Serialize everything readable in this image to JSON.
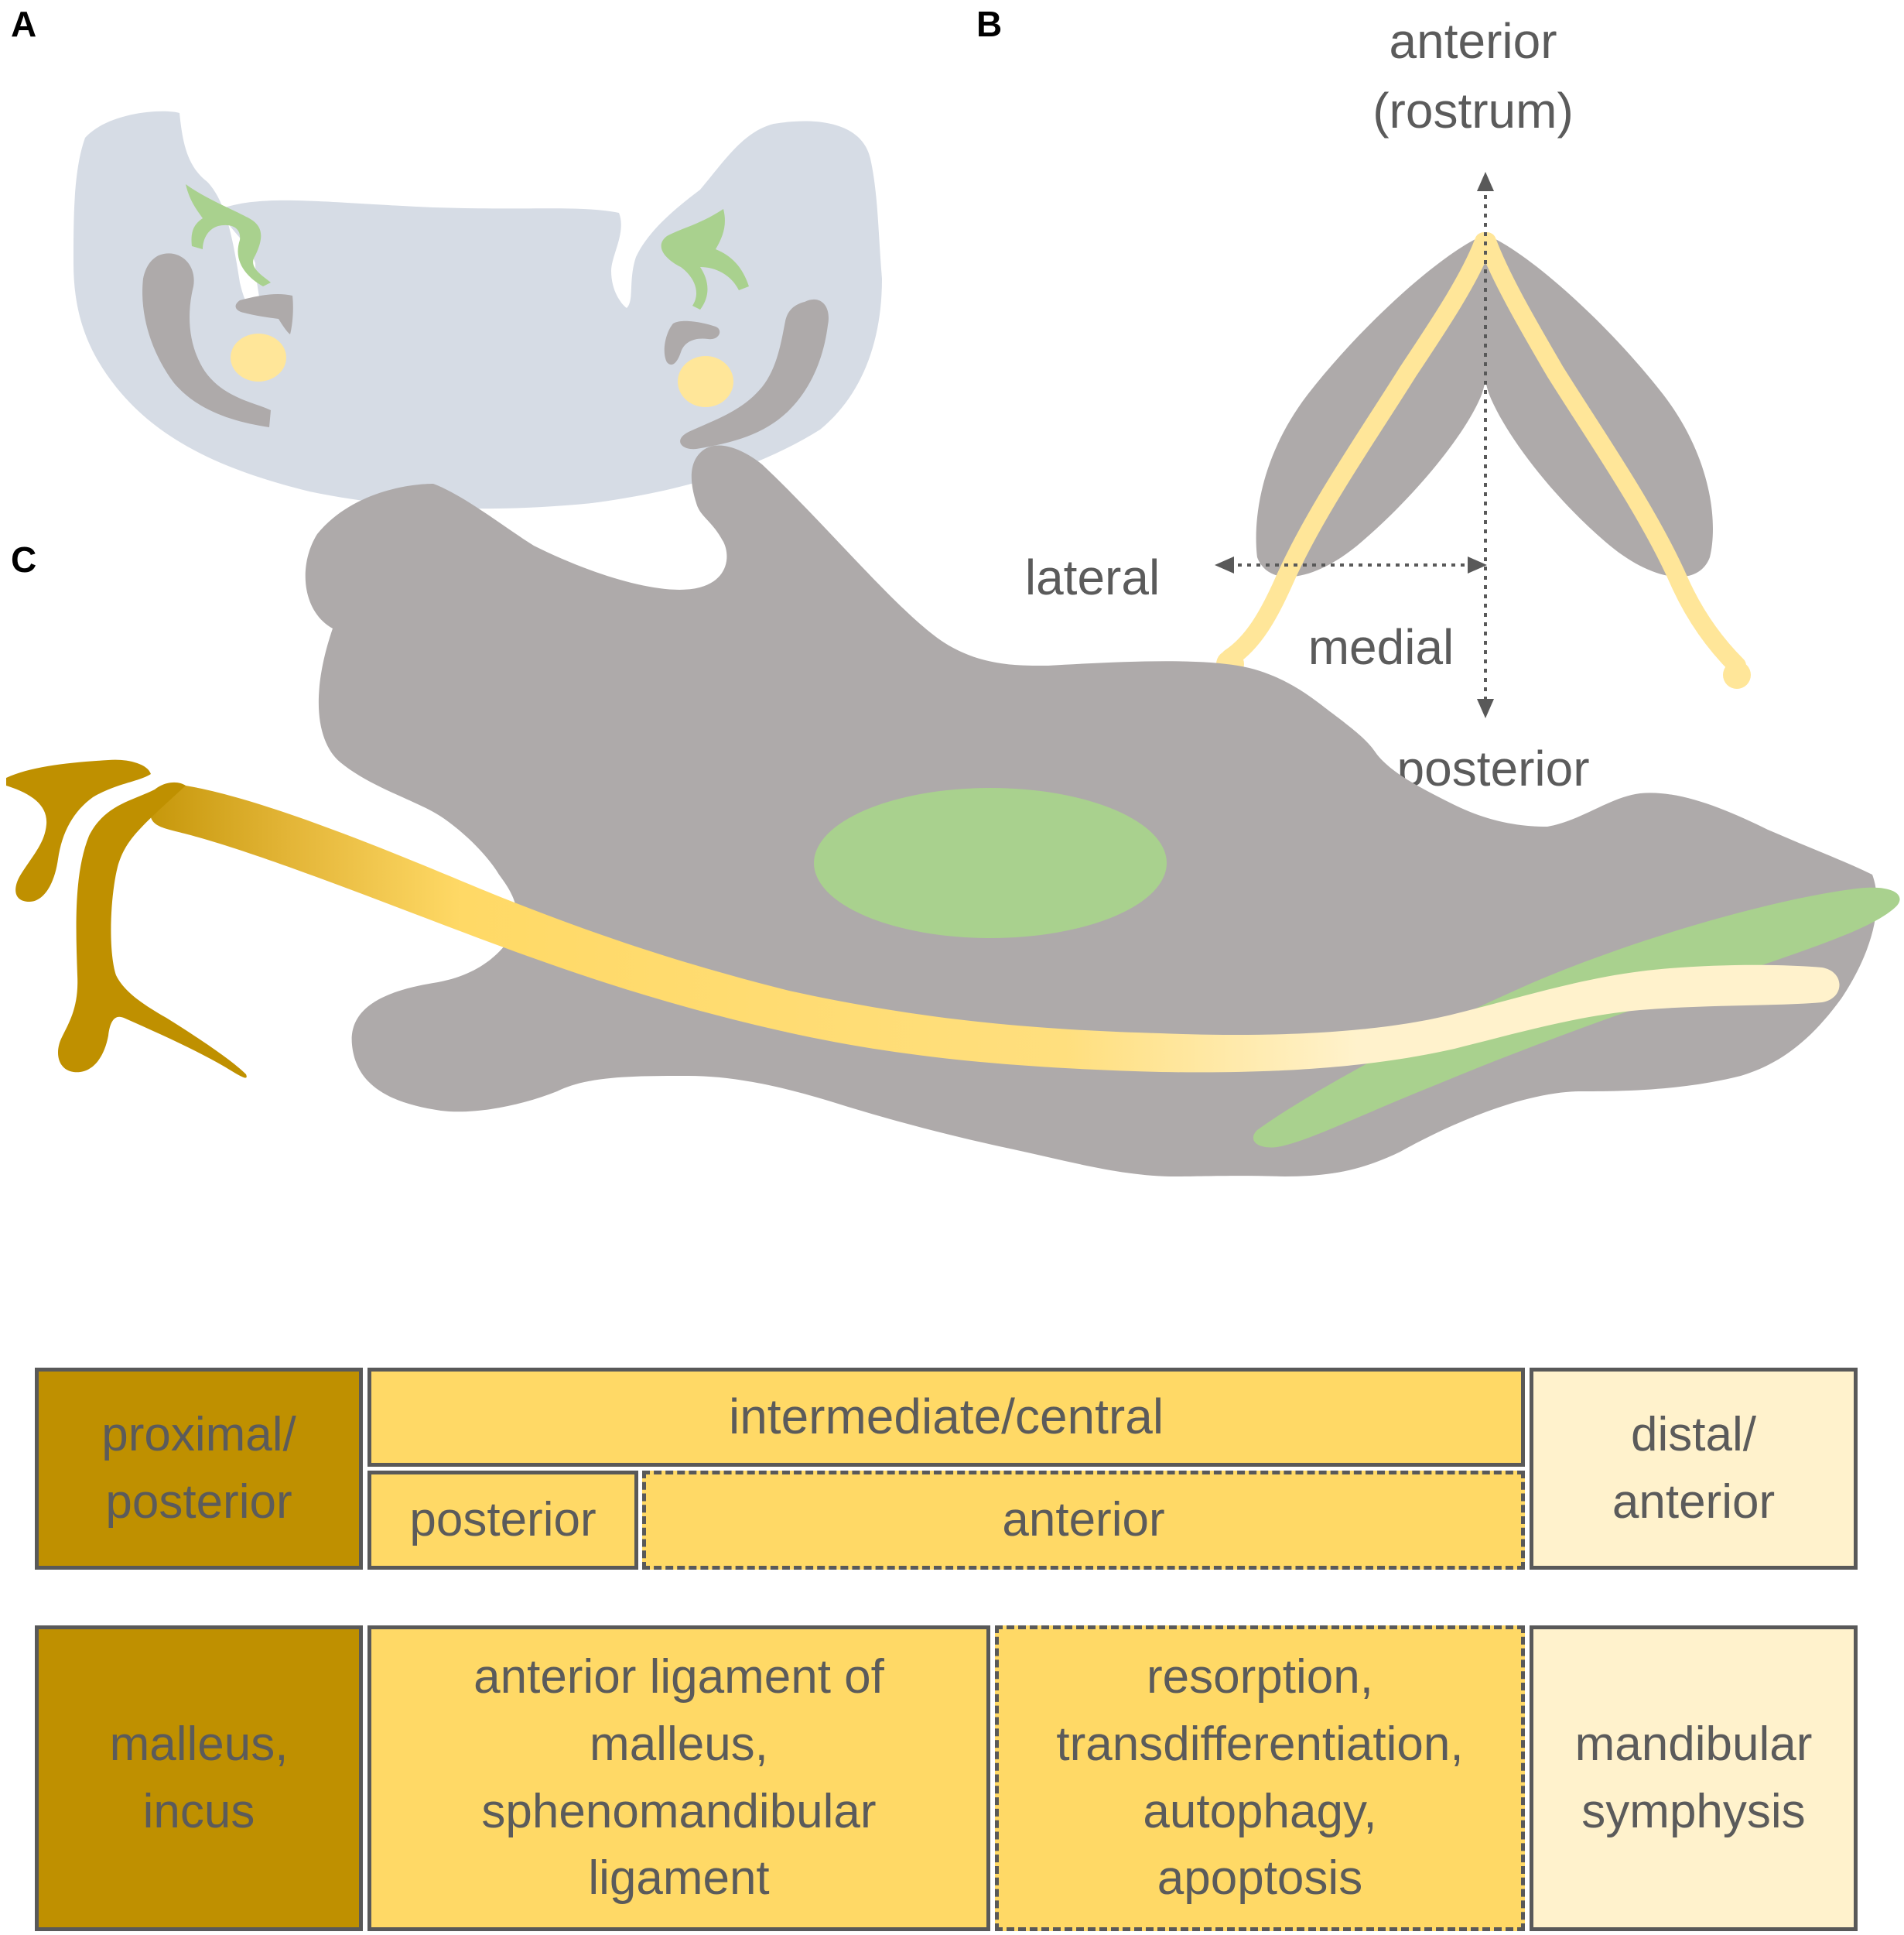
{
  "panels": {
    "a": "A",
    "b": "B",
    "c": "C"
  },
  "axes": {
    "anterior": "anterior\n(rostrum)",
    "lateral": "lateral",
    "medial": "medial",
    "posterior": "posterior"
  },
  "table": {
    "row1": {
      "proximal": "proximal/\nposterior",
      "intermediate": "intermediate/central",
      "posterior": "posterior",
      "anterior": "anterior",
      "distal": "distal/\nanterior"
    },
    "row2": {
      "proximal": "malleus,\nincus",
      "intermediate_posterior": "anterior ligament of\nmalleus,\nsphenomandibular\nligament",
      "intermediate_anterior": "resorption,\ntransdifferentiation,\nautophagy,\napoptosis",
      "distal": "mandibular\nsymphysis"
    }
  },
  "colors": {
    "tissue_blue": "#d6dce5",
    "bone_gray": "#aeaaaa",
    "cartilage_green": "#a9d18e",
    "proximal": "#bf9000",
    "intermediate": "#ffd966",
    "distal": "#fff2cc",
    "border": "#595959",
    "text": "#5b5b5b"
  }
}
